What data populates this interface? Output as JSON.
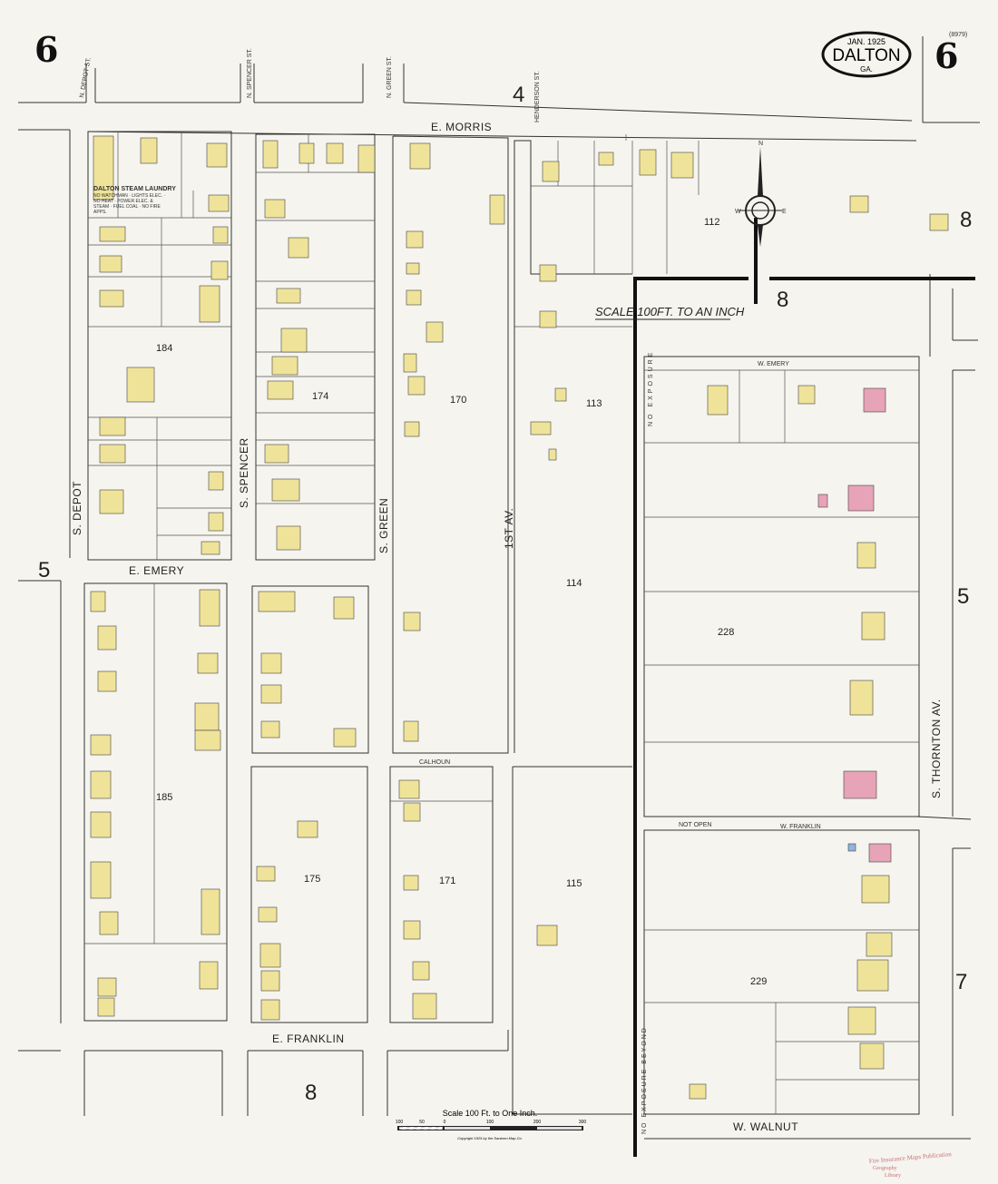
{
  "sheet_number": "6",
  "sheet_code": "(8979)",
  "cartouche": {
    "date": "JAN. 1925",
    "city": "DALTON",
    "state": "GA."
  },
  "scale_note": "SCALE 100FT. TO AN INCH",
  "scale_bar": {
    "title": "Scale 100 Ft. to One Inch.",
    "ticks": [
      "100",
      "50",
      "0",
      "100",
      "200",
      "300"
    ],
    "copyright": "Copyright 1925 by the Sanborn Map Co."
  },
  "streets": {
    "e_morris": "E. MORRIS",
    "e_emery": "E. EMERY",
    "e_franklin": "E. FRANKLIN",
    "w_emery": "W. EMERY",
    "w_franklin": "W. FRANKLIN",
    "w_walnut": "W. WALNUT",
    "calhoun": "CALHOUN",
    "s_depot": "S. DEPOT",
    "s_spencer": "S. SPENCER",
    "s_green": "S. GREEN",
    "first_av": "1ST AV.",
    "s_thornton": "S. THORNTON AV.",
    "n_depot": "N. DEPOT ST.",
    "n_spencer": "N. SPENCER ST.",
    "n_green": "N. GREEN ST.",
    "henderson": "HENDERSON ST."
  },
  "blocks": [
    "184",
    "174",
    "170",
    "113",
    "112",
    "114",
    "228",
    "185",
    "175",
    "171",
    "115",
    "229"
  ],
  "sheet_refs": {
    "top": "4",
    "right_top": "8",
    "compass_side": "8",
    "left_mid": "5",
    "right_mid": "5",
    "right_bottom": "7",
    "bottom": "8"
  },
  "annotations": {
    "laundry": "DALTON STEAM LAUNDRY",
    "laundry_note": "NO WATCHMAN · LIGHTS ELEC. · NO HEAT · POWER ELEC. & STEAM · FUEL COAL · NO FIRE APPS.",
    "not_open": "NOT OPEN",
    "no_exposure": "NO EXPOSURE",
    "exposure_beyond": "NO EXPOSURE BEYOND"
  },
  "stamp": {
    "line1": "Fire Insurance Maps Publication",
    "line2": "Geography",
    "line3": "Library"
  },
  "colors": {
    "dwelling": "#efe39a",
    "brick": "#e7a3b8",
    "stone": "#8fb4e0",
    "ink": "#222222",
    "paper": "#f5f4ee",
    "stamp": "#c0505a"
  }
}
